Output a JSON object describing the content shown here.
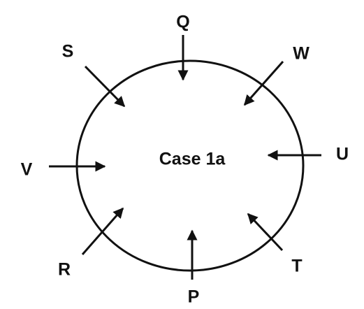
{
  "diagram": {
    "center_label": "Case 1a",
    "line_color": "#111111",
    "background": "#ffffff",
    "labels": [
      {
        "id": "q",
        "text": "Q"
      },
      {
        "id": "w",
        "text": "W"
      },
      {
        "id": "u",
        "text": "U"
      },
      {
        "id": "t",
        "text": "T"
      },
      {
        "id": "p",
        "text": "P"
      },
      {
        "id": "r",
        "text": "R"
      },
      {
        "id": "v",
        "text": "V"
      },
      {
        "id": "s",
        "text": "S"
      }
    ]
  }
}
